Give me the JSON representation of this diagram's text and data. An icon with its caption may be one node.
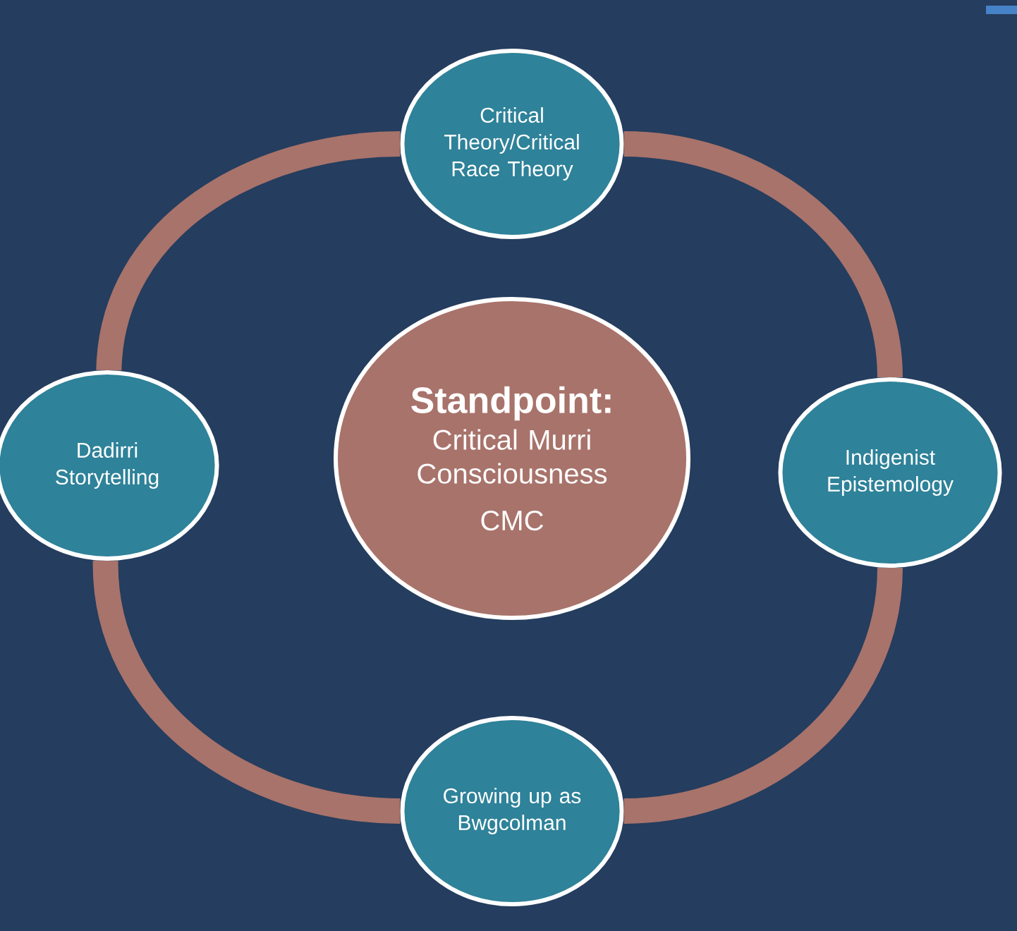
{
  "diagram": {
    "nodes": [
      {
        "text": [
          "Critical Theory/Critical Race Theory"
        ]
      },
      {
        "text": [
          "Dadirri Storytelling"
        ]
      },
      {
        "text": [
          "Standpoint:",
          "Critical Murri Consciousness",
          "CMC"
        ]
      },
      {
        "text": [
          "Indigenist Epistemology"
        ]
      },
      {
        "text": [
          "Growing up as Bwgcolman"
        ]
      }
    ],
    "edges": [
      {
        "from": 0,
        "to": 3,
        "arrow": "none"
      },
      {
        "from": 3,
        "to": 4,
        "arrow": "none"
      },
      {
        "from": 4,
        "to": 1,
        "arrow": "none"
      },
      {
        "from": 1,
        "to": 0,
        "arrow": "none"
      }
    ]
  }
}
